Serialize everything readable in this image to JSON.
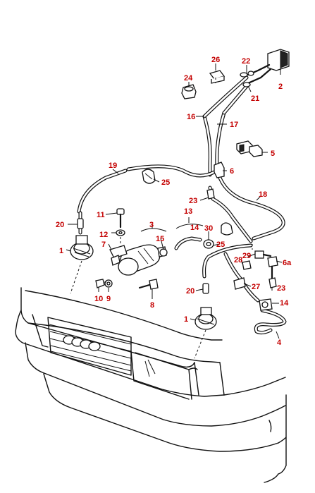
{
  "colors": {
    "label": "#c40000",
    "line": "#111111",
    "background": "#ffffff"
  },
  "labels": [
    {
      "id": "l26",
      "text": "26"
    },
    {
      "id": "l22",
      "text": "22"
    },
    {
      "id": "l2",
      "text": "2"
    },
    {
      "id": "l24",
      "text": "24"
    },
    {
      "id": "l21",
      "text": "21"
    },
    {
      "id": "l16",
      "text": "16"
    },
    {
      "id": "l17",
      "text": "17"
    },
    {
      "id": "l5",
      "text": "5"
    },
    {
      "id": "l19",
      "text": "19"
    },
    {
      "id": "l6",
      "text": "6"
    },
    {
      "id": "l25a",
      "text": "25"
    },
    {
      "id": "l23a",
      "text": "23"
    },
    {
      "id": "l18",
      "text": "18"
    },
    {
      "id": "l11",
      "text": "11"
    },
    {
      "id": "l20a",
      "text": "20"
    },
    {
      "id": "l3",
      "text": "3"
    },
    {
      "id": "l13",
      "text": "13"
    },
    {
      "id": "l14a",
      "text": "14"
    },
    {
      "id": "l30",
      "text": "30"
    },
    {
      "id": "l12",
      "text": "12"
    },
    {
      "id": "l15",
      "text": "15"
    },
    {
      "id": "l25b",
      "text": "25"
    },
    {
      "id": "l7",
      "text": "7"
    },
    {
      "id": "l1a",
      "text": "1"
    },
    {
      "id": "l28",
      "text": "28"
    },
    {
      "id": "l29",
      "text": "29"
    },
    {
      "id": "l6a",
      "text": "6a"
    },
    {
      "id": "l27",
      "text": "27"
    },
    {
      "id": "l23b",
      "text": "23"
    },
    {
      "id": "l10",
      "text": "10"
    },
    {
      "id": "l9",
      "text": "9"
    },
    {
      "id": "l8",
      "text": "8"
    },
    {
      "id": "l20b",
      "text": "20"
    },
    {
      "id": "l14b",
      "text": "14"
    },
    {
      "id": "l1b",
      "text": "1"
    },
    {
      "id": "l4",
      "text": "4"
    }
  ]
}
